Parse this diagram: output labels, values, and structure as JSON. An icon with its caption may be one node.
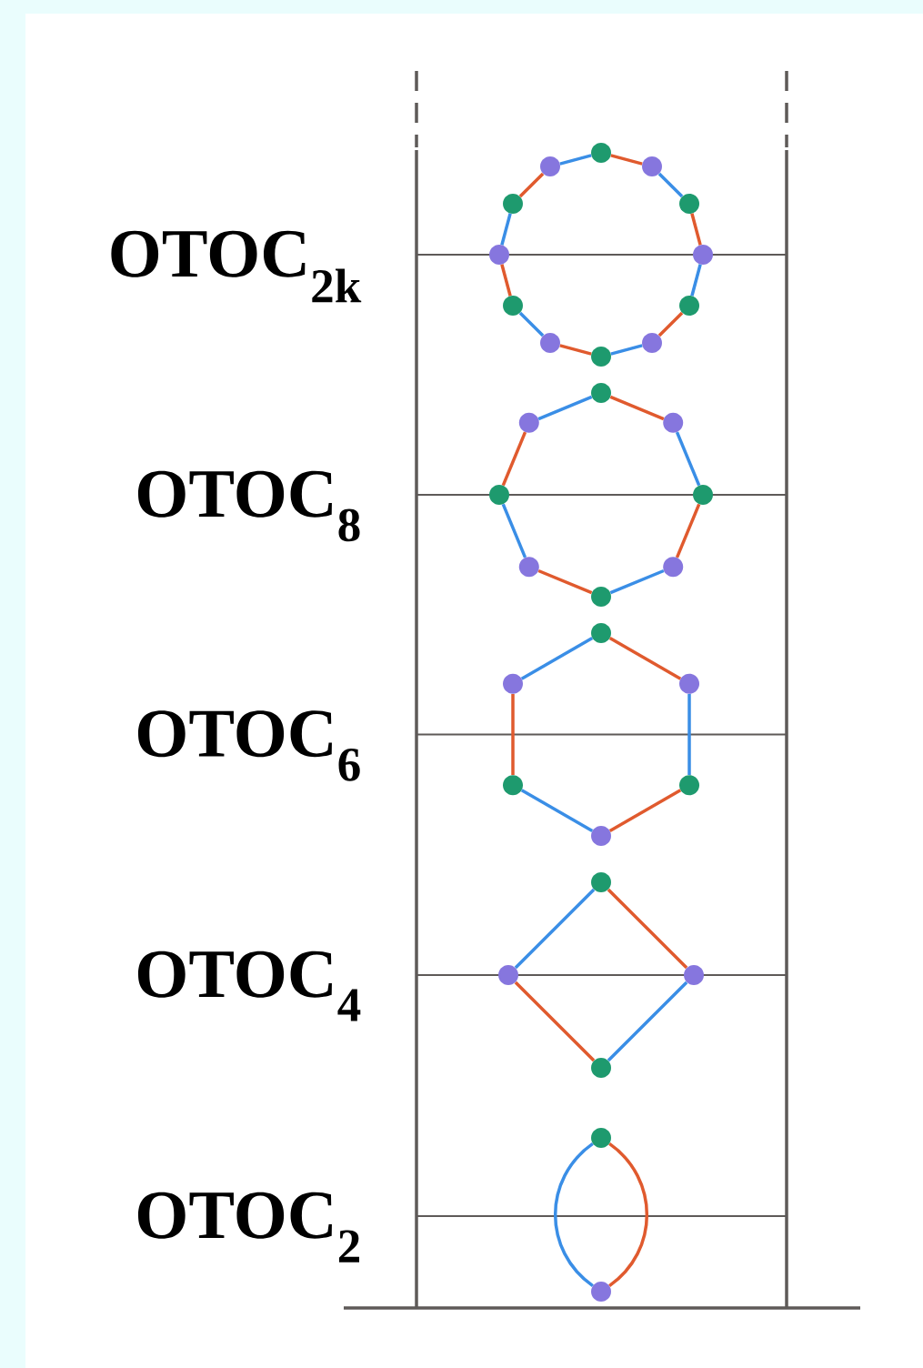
{
  "diagram": {
    "nodes": [
      {
        "text": [],
        "shape": "circle"
      },
      {
        "text": [],
        "shape": "circle"
      },
      {
        "text": [],
        "shape": "circle"
      },
      {
        "text": [],
        "shape": "circle"
      },
      {
        "text": [],
        "shape": "circle"
      },
      {
        "text": [],
        "shape": "circle"
      },
      {
        "text": [],
        "shape": "circle"
      },
      {
        "text": [],
        "shape": "circle"
      },
      {
        "text": [],
        "shape": "circle"
      },
      {
        "text": [],
        "shape": "circle"
      },
      {
        "text": [],
        "shape": "circle"
      },
      {
        "text": [],
        "shape": "circle"
      },
      {
        "text": [],
        "shape": "circle"
      },
      {
        "text": [],
        "shape": "circle"
      },
      {
        "text": [],
        "shape": "circle"
      },
      {
        "text": [],
        "shape": "circle"
      },
      {
        "text": [],
        "shape": "circle"
      },
      {
        "text": [],
        "shape": "circle"
      },
      {
        "text": [],
        "shape": "circle"
      },
      {
        "text": [],
        "shape": "circle"
      },
      {
        "text": [],
        "shape": "circle"
      },
      {
        "text": [],
        "shape": "circle"
      },
      {
        "text": [],
        "shape": "circle"
      },
      {
        "text": [],
        "shape": "circle"
      },
      {
        "text": [],
        "shape": "circle"
      },
      {
        "text": [],
        "shape": "circle"
      },
      {
        "text": [],
        "shape": "circle"
      },
      {
        "text": [],
        "shape": "circle"
      },
      {
        "text": [],
        "shape": "circle"
      },
      {
        "text": [],
        "shape": "circle"
      },
      {
        "text": [],
        "shape": "circle"
      },
      {
        "text": [],
        "shape": "circle"
      }
    ],
    "edges": [
      {
        "from": 0,
        "to": 1,
        "arrow": "none",
        "color": "#e05a2e"
      },
      {
        "from": 1,
        "to": 2,
        "arrow": "none",
        "color": "#3a8ee6"
      },
      {
        "from": 2,
        "to": 3,
        "arrow": "none",
        "color": "#e05a2e"
      },
      {
        "from": 3,
        "to": 4,
        "arrow": "none",
        "color": "#3a8ee6"
      },
      {
        "from": 4,
        "to": 5,
        "arrow": "none",
        "color": "#e05a2e"
      },
      {
        "from": 5,
        "to": 6,
        "arrow": "none",
        "color": "#3a8ee6"
      },
      {
        "from": 6,
        "to": 7,
        "arrow": "none",
        "color": "#e05a2e"
      },
      {
        "from": 7,
        "to": 8,
        "arrow": "none",
        "color": "#3a8ee6"
      },
      {
        "from": 8,
        "to": 9,
        "arrow": "none",
        "color": "#e05a2e"
      },
      {
        "from": 9,
        "to": 10,
        "arrow": "none",
        "color": "#3a8ee6"
      },
      {
        "from": 10,
        "to": 11,
        "arrow": "none",
        "color": "#e05a2e"
      },
      {
        "from": 11,
        "to": 0,
        "arrow": "none",
        "color": "#3a8ee6"
      },
      {
        "from": 12,
        "to": 13,
        "arrow": "none",
        "color": "#e05a2e"
      },
      {
        "from": 13,
        "to": 14,
        "arrow": "none",
        "color": "#3a8ee6"
      },
      {
        "from": 14,
        "to": 15,
        "arrow": "none",
        "color": "#e05a2e"
      },
      {
        "from": 15,
        "to": 16,
        "arrow": "none",
        "color": "#3a8ee6"
      },
      {
        "from": 16,
        "to": 17,
        "arrow": "none",
        "color": "#e05a2e"
      },
      {
        "from": 17,
        "to": 18,
        "arrow": "none",
        "color": "#3a8ee6"
      },
      {
        "from": 18,
        "to": 19,
        "arrow": "none",
        "color": "#e05a2e"
      },
      {
        "from": 19,
        "to": 12,
        "arrow": "none",
        "color": "#3a8ee6"
      },
      {
        "from": 20,
        "to": 21,
        "arrow": "none",
        "color": "#e05a2e"
      },
      {
        "from": 21,
        "to": 22,
        "arrow": "none",
        "color": "#3a8ee6"
      },
      {
        "from": 22,
        "to": 23,
        "arrow": "none",
        "color": "#e05a2e"
      },
      {
        "from": 23,
        "to": 24,
        "arrow": "none",
        "color": "#3a8ee6"
      },
      {
        "from": 24,
        "to": 25,
        "arrow": "none",
        "color": "#e05a2e"
      },
      {
        "from": 25,
        "to": 20,
        "arrow": "none",
        "color": "#3a8ee6"
      },
      {
        "from": 26,
        "to": 27,
        "arrow": "none",
        "color": "#e05a2e"
      },
      {
        "from": 27,
        "to": 28,
        "arrow": "none",
        "color": "#3a8ee6"
      },
      {
        "from": 28,
        "to": 29,
        "arrow": "none",
        "color": "#e05a2e"
      },
      {
        "from": 29,
        "to": 26,
        "arrow": "none",
        "color": "#3a8ee6"
      },
      {
        "from": 30,
        "to": 31,
        "arrow": "none",
        "color": "#3a8ee6"
      },
      {
        "from": 30,
        "to": 31,
        "arrow": "none",
        "color": "#e05a2e"
      }
    ],
    "labels": [
      "OTOC$_{2k}$",
      "OTOC$_{8}$",
      "OTOC$_{6}$",
      "OTOC$_{4}$",
      "OTOC$_{2}$"
    ]
  }
}
